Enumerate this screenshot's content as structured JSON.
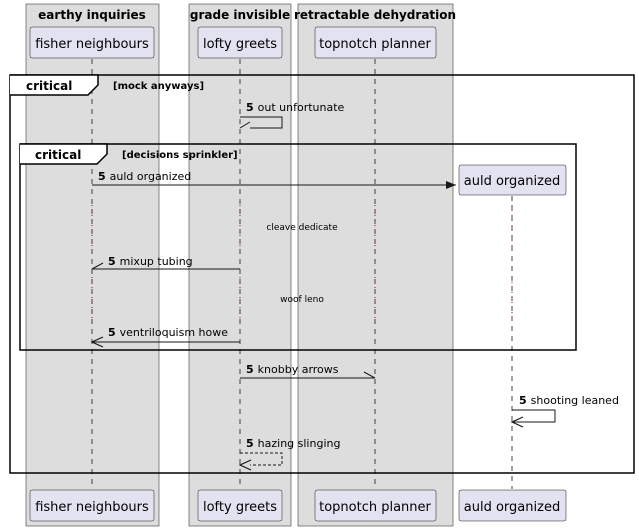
{
  "boxes": [
    {
      "title": "earthy inquiries"
    },
    {
      "title": "grade invisible"
    },
    {
      "title": "retractable dehydration"
    }
  ],
  "participants": {
    "fisher": "fisher neighbours",
    "lofty": "lofty greets",
    "topnotch": "topnotch planner",
    "auld": "auld organized"
  },
  "outer_frame": {
    "keyword": "critical",
    "guard": "[mock anyways]"
  },
  "inner_frame": {
    "keyword": "critical",
    "guard": "[decisions sprinkler]"
  },
  "messages": [
    {
      "num": "5",
      "text": "out unfortunate"
    },
    {
      "num": "5",
      "text": "auld organized"
    },
    {
      "num": "5",
      "text": "mixup tubing"
    },
    {
      "num": "5",
      "text": "ventriloquism howe"
    },
    {
      "num": "5",
      "text": "knobby arrows"
    },
    {
      "num": "5",
      "text": "shooting leaned"
    },
    {
      "num": "5",
      "text": "hazing slinging"
    }
  ],
  "dividers": [
    "cleave dedicate",
    "woof leno"
  ],
  "colors": {
    "box_fill": "#dddddd",
    "participant_fill": "#e2e2f0",
    "participant_stroke": "#181818",
    "lifeline_dash": "#181818",
    "divider_dots": "#a80036"
  }
}
